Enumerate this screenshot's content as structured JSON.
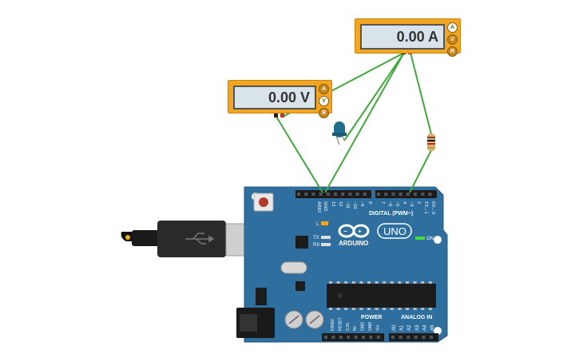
{
  "ammeter": {
    "reading": "0.00 A",
    "modes": [
      "A",
      "V",
      "R"
    ],
    "active_mode": "A"
  },
  "voltmeter": {
    "reading": "0.00 V",
    "modes": [
      "A",
      "V",
      "R"
    ],
    "active_mode": "V"
  },
  "board": {
    "brand": "ARDUINO",
    "model": "UNO",
    "digital_label": "DIGITAL (PWM~)",
    "power_label": "POWER",
    "analog_label": "ANALOG IN",
    "on_label": "ON",
    "l_label": "L",
    "tx_label": "TX",
    "rx_label": "RX",
    "top_pins": [
      "AREF",
      "GND",
      "13",
      "12",
      "~11",
      "~10",
      "~9",
      "8",
      "7",
      "~6",
      "~5",
      "4",
      "~3",
      "2",
      "TX→1",
      "RX←0"
    ],
    "power_pins": [
      "IOREF",
      "RESET",
      "3.3V",
      "5V",
      "GND",
      "GND",
      "Vin"
    ],
    "analog_pins": [
      "A0",
      "A1",
      "A2",
      "A3",
      "A4",
      "A5"
    ]
  },
  "colors": {
    "board": "#2f6f9f",
    "meter": "#f2a51f",
    "wire": "#3fa83b",
    "led": "#1f6f8a"
  }
}
